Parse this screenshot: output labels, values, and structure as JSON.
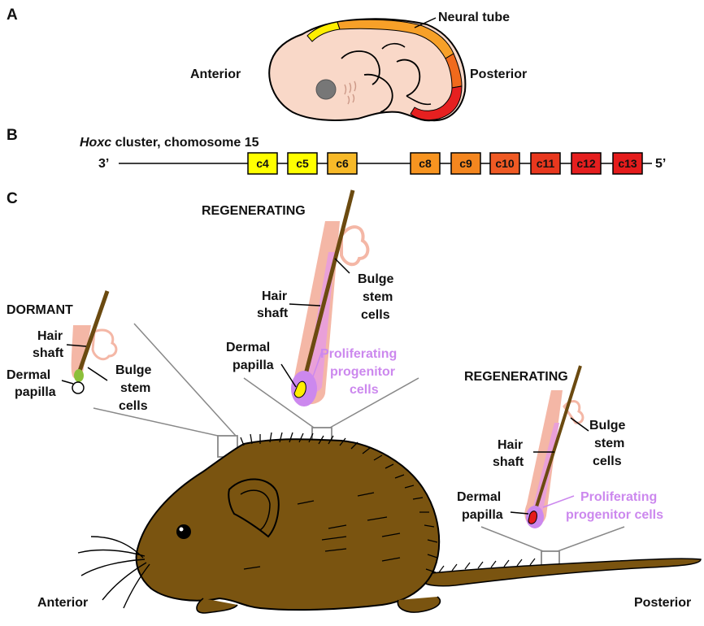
{
  "panels": {
    "a": "A",
    "b": "B",
    "c": "C"
  },
  "panel_a": {
    "neural_tube": "Neural tube",
    "anterior": "Anterior",
    "posterior": "Posterior"
  },
  "panel_b": {
    "title_italic": "Hoxc",
    "title_rest": " cluster, chomosome 15",
    "end_left": "3’",
    "end_right": "5’",
    "genes": [
      "c4",
      "c5",
      "c6",
      "c8",
      "c9",
      "c10",
      "c11",
      "c12",
      "c13"
    ],
    "gene_colors": [
      "#ffff00",
      "#ffff00",
      "#f7b928",
      "#f79420",
      "#f4861f",
      "#ef5a24",
      "#e8381e",
      "#e51f1f",
      "#e51c1c"
    ]
  },
  "panel_c": {
    "dormant": {
      "title": "DORMANT",
      "hair": "Hair",
      "shaft": "shaft",
      "dermal": "Dermal",
      "papilla": "papilla",
      "bulge": "Bulge",
      "stem": "stem",
      "cells": "cells"
    },
    "regen_top": {
      "title": "REGENERATING",
      "hair": "Hair",
      "shaft": "shaft",
      "bulge": "Bulge",
      "stem": "stem",
      "cells": "cells",
      "dermal": "Dermal",
      "papilla": "papilla",
      "prolif1": "Proliferating",
      "prolif2": "progenitor",
      "prolif3": "cells"
    },
    "regen_right": {
      "title": "REGENERATING",
      "bulge": "Bulge",
      "stem": "stem",
      "cells": "cells",
      "hair": "Hair",
      "shaft": "shaft",
      "dermal": "Dermal",
      "papilla": "papilla",
      "prolif1": "Proliferating",
      "prolif2": "progenitor cells"
    },
    "anterior": "Anterior",
    "posterior": "Posterior"
  },
  "colors": {
    "embryo_skin": "#f9d8c8",
    "mouse_fur": "#7a5410",
    "hair_shaft": "#6b4a10",
    "follicle_pink": "#f4b7a6",
    "progenitor_purple": "#cc88ee"
  }
}
